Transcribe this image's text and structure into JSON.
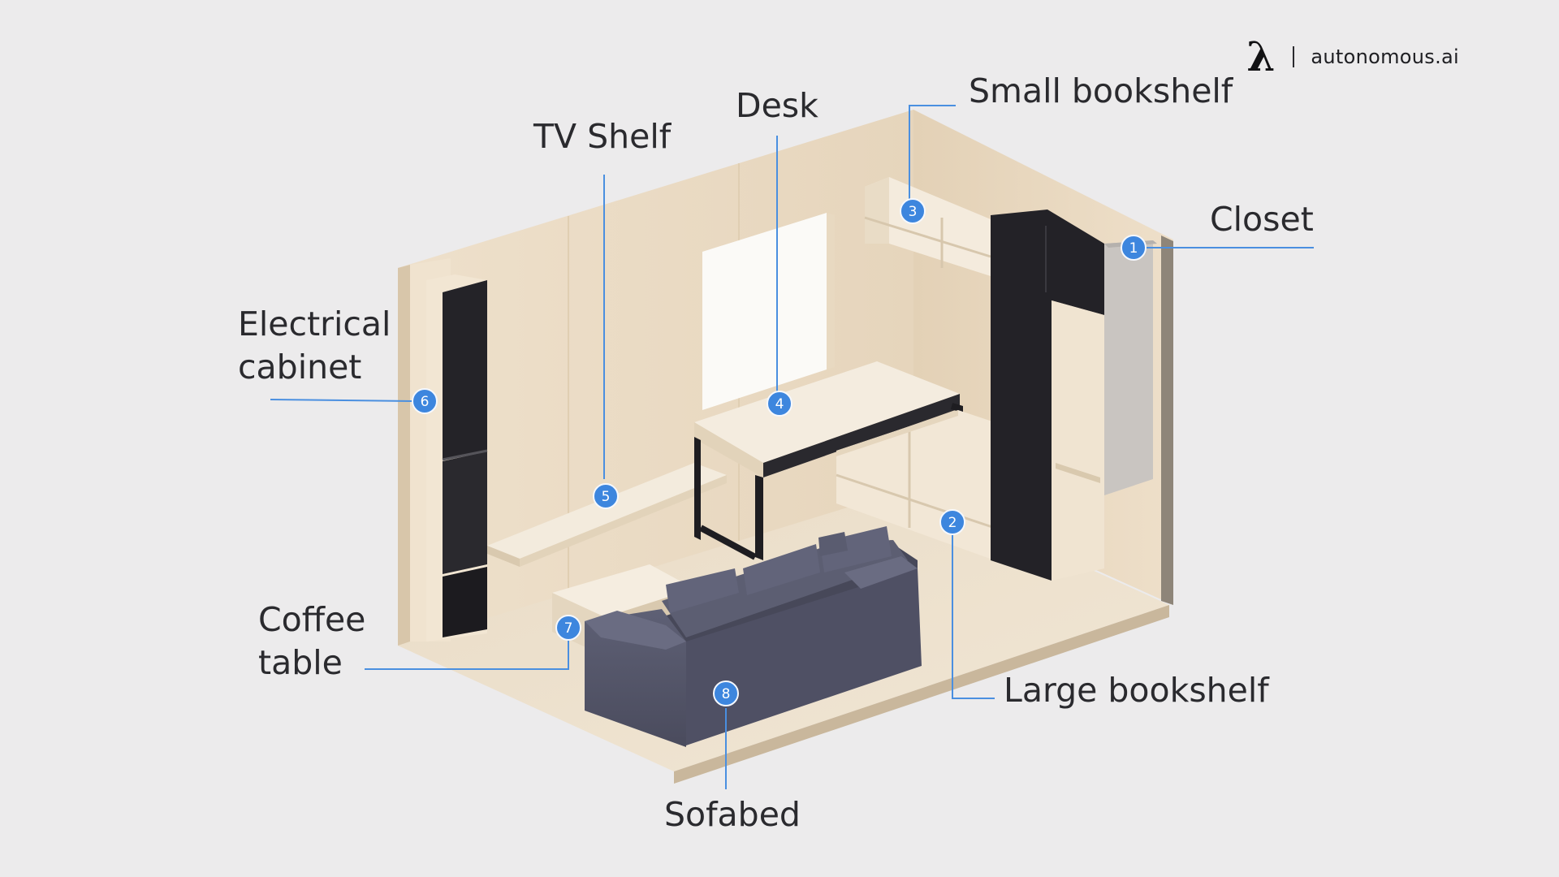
{
  "brand": {
    "name": "autonomous.ai",
    "logo_icon": "lambda-icon"
  },
  "colors": {
    "background": "#ECEBEC",
    "marker": "#3D86DE",
    "leader_line": "#4A8FE0",
    "wall": "#EEDFC8",
    "dark_cabinet": "#232227",
    "sofa": "#54566A"
  },
  "callouts": [
    {
      "number": "1",
      "label": [
        "Closet"
      ]
    },
    {
      "number": "2",
      "label": [
        "Large bookshelf"
      ]
    },
    {
      "number": "3",
      "label": [
        "Small bookshelf"
      ]
    },
    {
      "number": "4",
      "label": [
        "Desk"
      ]
    },
    {
      "number": "5",
      "label": [
        "TV Shelf"
      ]
    },
    {
      "number": "6",
      "label": [
        "Electrical",
        "cabinet"
      ]
    },
    {
      "number": "7",
      "label": [
        "Coffee",
        "table"
      ]
    },
    {
      "number": "8",
      "label": [
        "Sofabed"
      ]
    }
  ]
}
